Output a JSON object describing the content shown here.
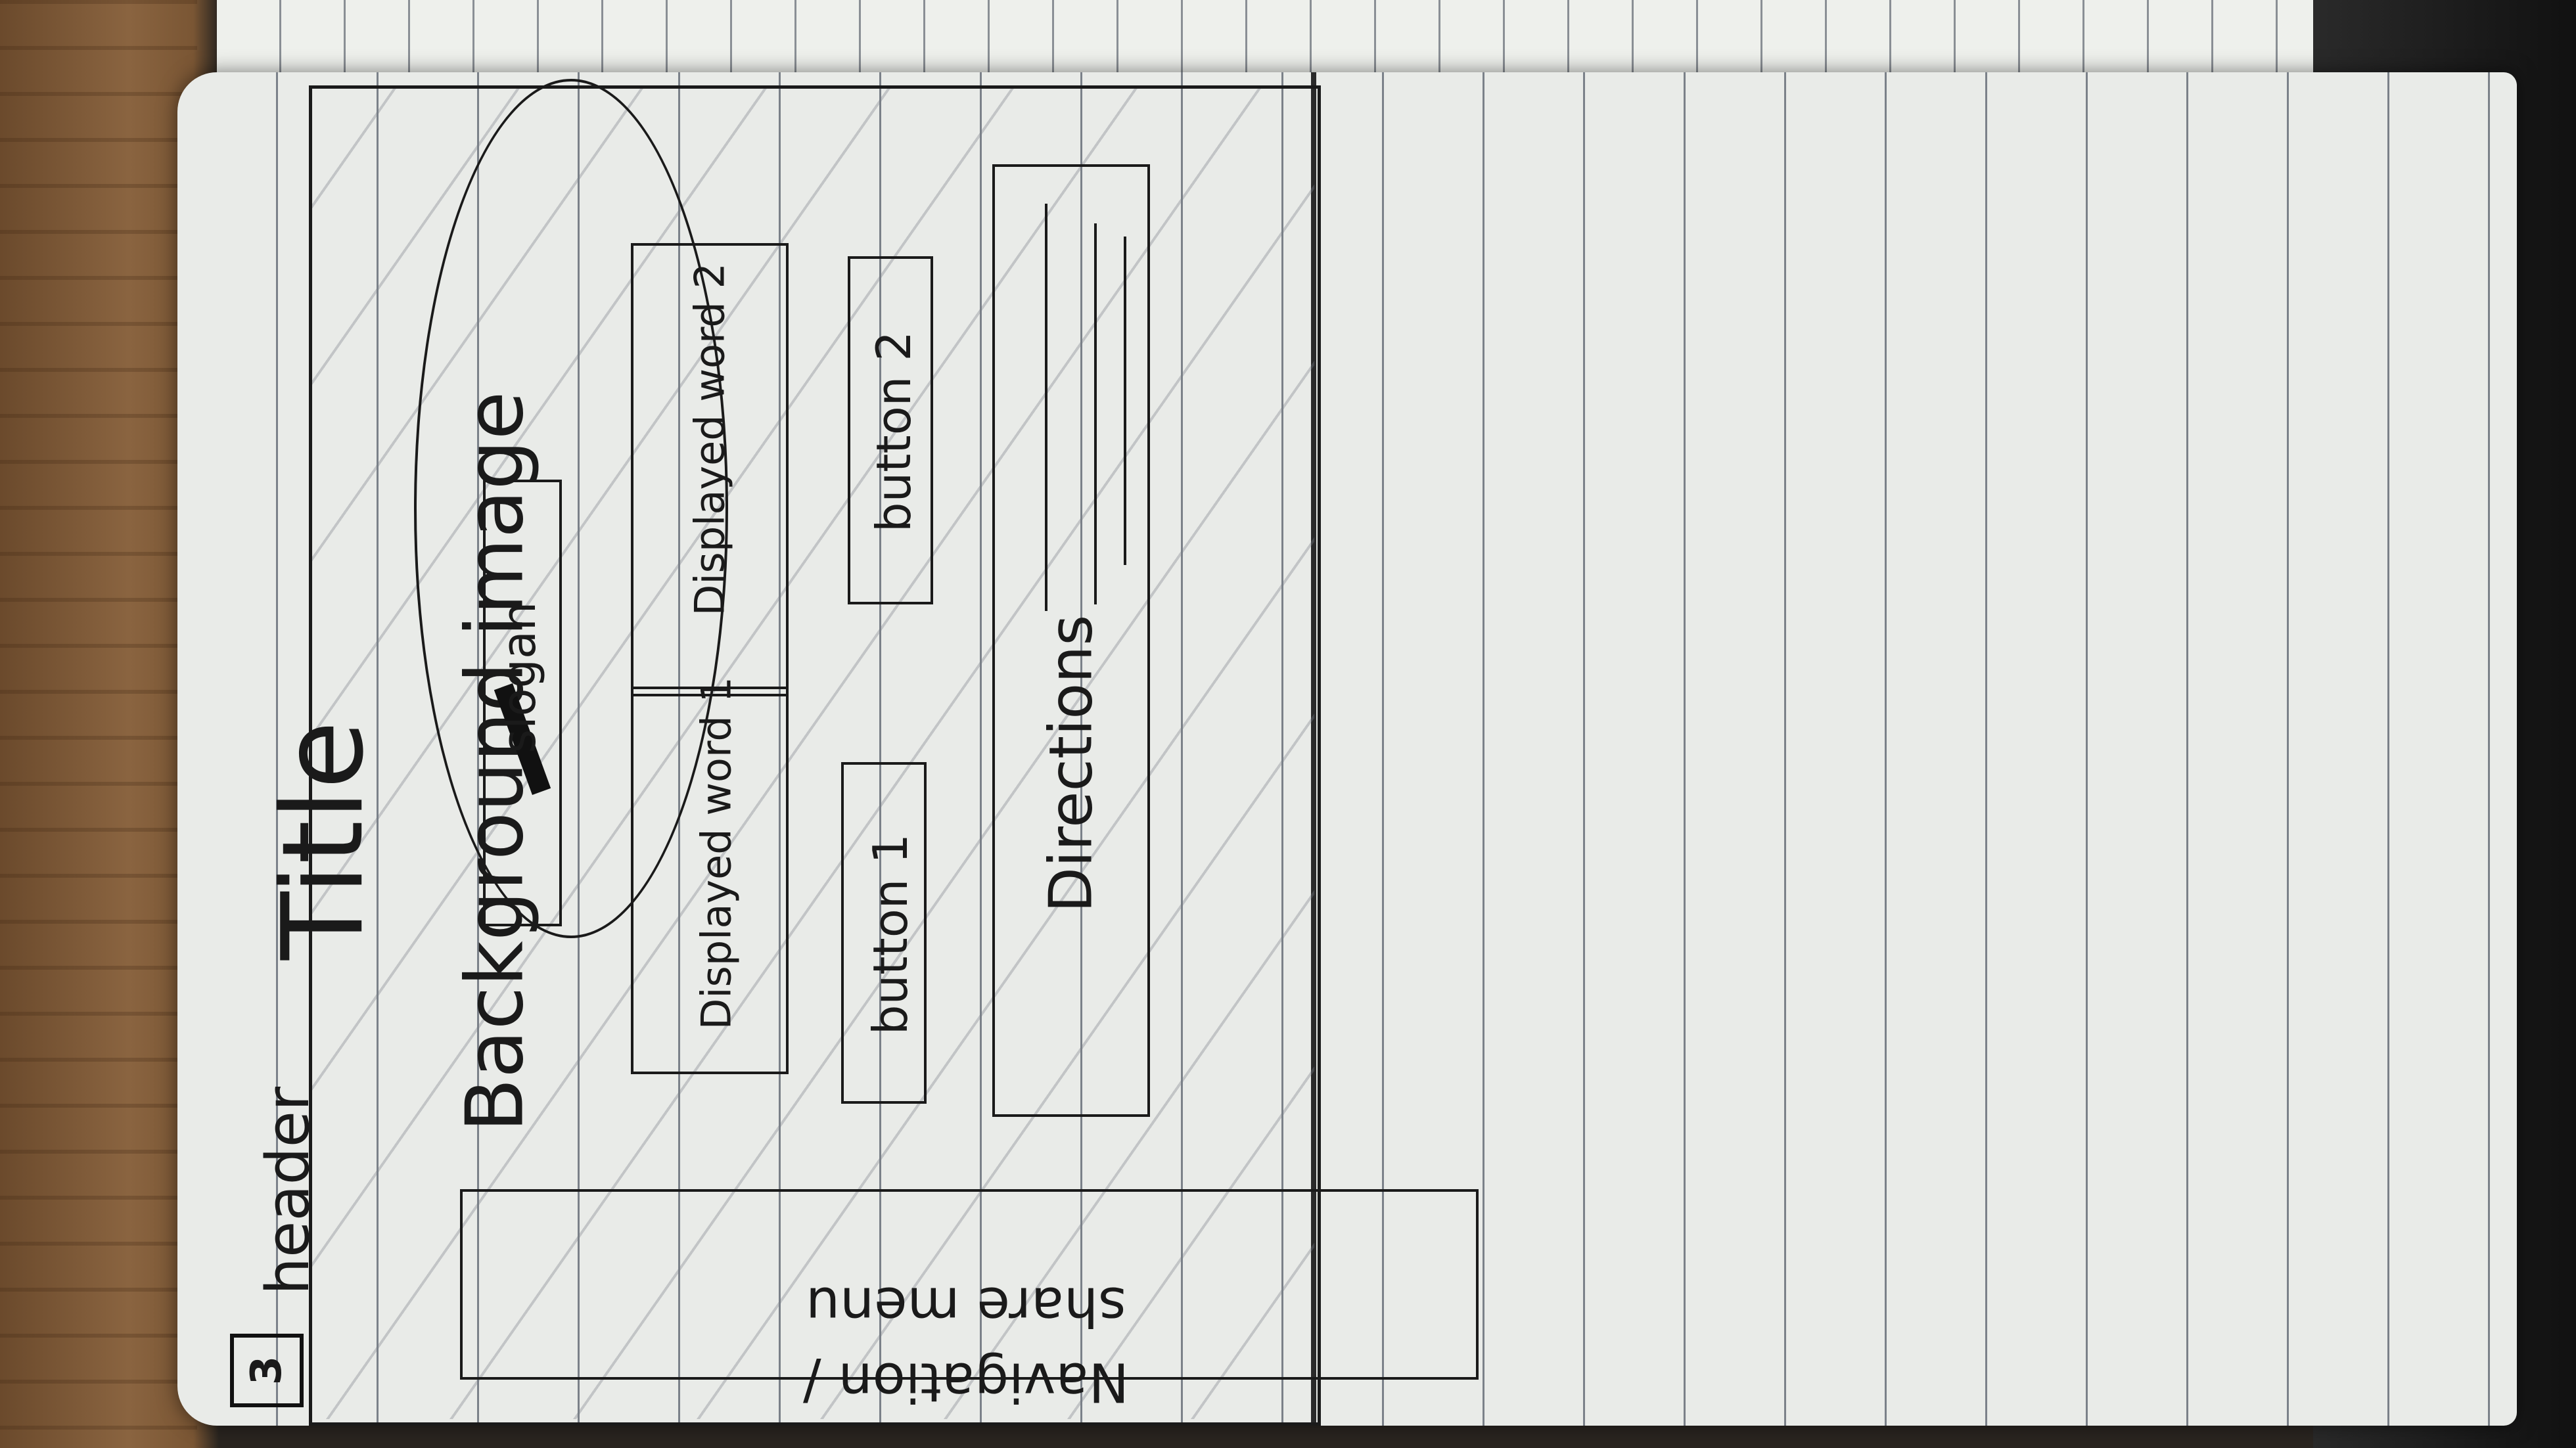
{
  "sketch": {
    "page_number": "3",
    "header_label": "header",
    "title": "Title",
    "background_label": "Background image",
    "slogan": "slogan",
    "displayed_word_1": "Displayed word 1",
    "displayed_word_2": "Displayed word 2",
    "button_1": "button 1",
    "button_2": "button 2",
    "directions": "Directions",
    "nav_menu_line1": "Navigation /",
    "nav_menu_line2": "share menu"
  }
}
